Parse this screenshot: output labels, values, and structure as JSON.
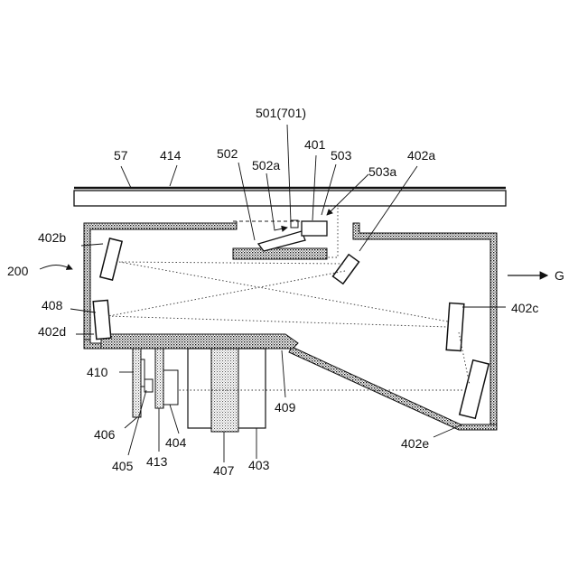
{
  "labels": {
    "l57": "57",
    "l414": "414",
    "l502": "502",
    "l502a": "502a",
    "l501": "501(701)",
    "l401": "401",
    "l503": "503",
    "l503a": "503a",
    "l402a": "402a",
    "l402b": "402b",
    "l200": "200",
    "l408": "408",
    "l402d": "402d",
    "lG": "G",
    "l402c": "402c",
    "l410": "410",
    "l409": "409",
    "l406": "406",
    "l404": "404",
    "l405": "405",
    "l413": "413",
    "l407": "407",
    "l403": "403",
    "l402e": "402e"
  }
}
